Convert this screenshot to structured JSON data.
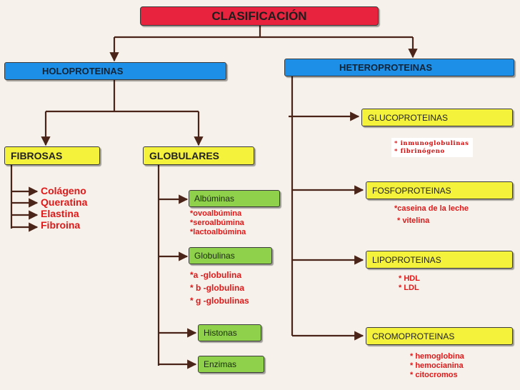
{
  "title": "CLASIFICACIÓN",
  "holoproteinas": {
    "label": "HOLOPROTEINAS",
    "fibrosas": {
      "label": "FIBROSAS",
      "items": [
        "Colágeno",
        "Queratina",
        "Elastina",
        "Fibroina"
      ]
    },
    "globulares": {
      "label": "GLOBULARES",
      "groups": [
        {
          "label": "Albúminas",
          "items": [
            "*ovoalbúmina",
            "*seroalbúmina",
            "*lactoalbúmina"
          ]
        },
        {
          "label": "Globulinas",
          "items": [
            "*a -globulina",
            "* b -globulina",
            "* g -globulinas"
          ]
        },
        {
          "label": "Histonas",
          "items": []
        },
        {
          "label": "Enzimas",
          "items": []
        }
      ]
    }
  },
  "heteroproteinas": {
    "label": "HETEROPROTEINAS",
    "groups": [
      {
        "label": "GLUCOPROTEINAS",
        "items": [
          "* inmunoglobulinas",
          "* fibrinógeno"
        ]
      },
      {
        "label": "FOSFOPROTEINAS",
        "items": [
          "*caseina de la leche",
          "* vitelina"
        ]
      },
      {
        "label": "LIPOPROTEINAS",
        "items": [
          "* HDL",
          "* LDL"
        ]
      },
      {
        "label": "CROMOPROTEINAS",
        "items": [
          "* hemoglobina",
          "* hemocianina",
          "* citocromos"
        ]
      }
    ]
  },
  "colors": {
    "title_box": "#e8233d",
    "level1_box": "#1e8fe6",
    "level2_box": "#f5f23b",
    "level3_box": "#8fd14a",
    "item_text": "#e01818",
    "connector": "#4a2418",
    "background": "#f6f1eb"
  }
}
